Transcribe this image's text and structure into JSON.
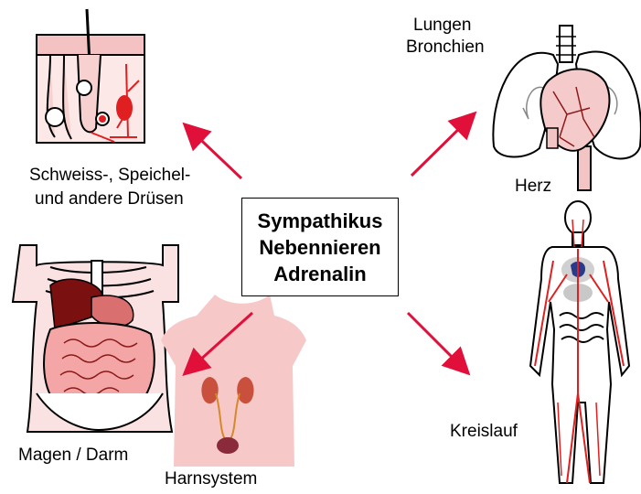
{
  "center": {
    "line1": "Sympathikus",
    "line2": "Nebennieren",
    "line3": "Adrenalin"
  },
  "labels": {
    "glands_line1": "Schweiss-, Speichel-",
    "glands_line2": "und andere Drüsen",
    "lungs_line1": "Lungen",
    "lungs_line2": "Bronchien",
    "heart": "Herz",
    "gut": "Magen / Darm",
    "urinary": "Harnsystem",
    "circulation": "Kreislauf"
  },
  "colors": {
    "arrow": "#e0103a",
    "vessel": "#e02020",
    "organ_pink": "#f2b8b8",
    "organ_dark": "#8b1a1a",
    "skin": "#f6c8c8"
  }
}
